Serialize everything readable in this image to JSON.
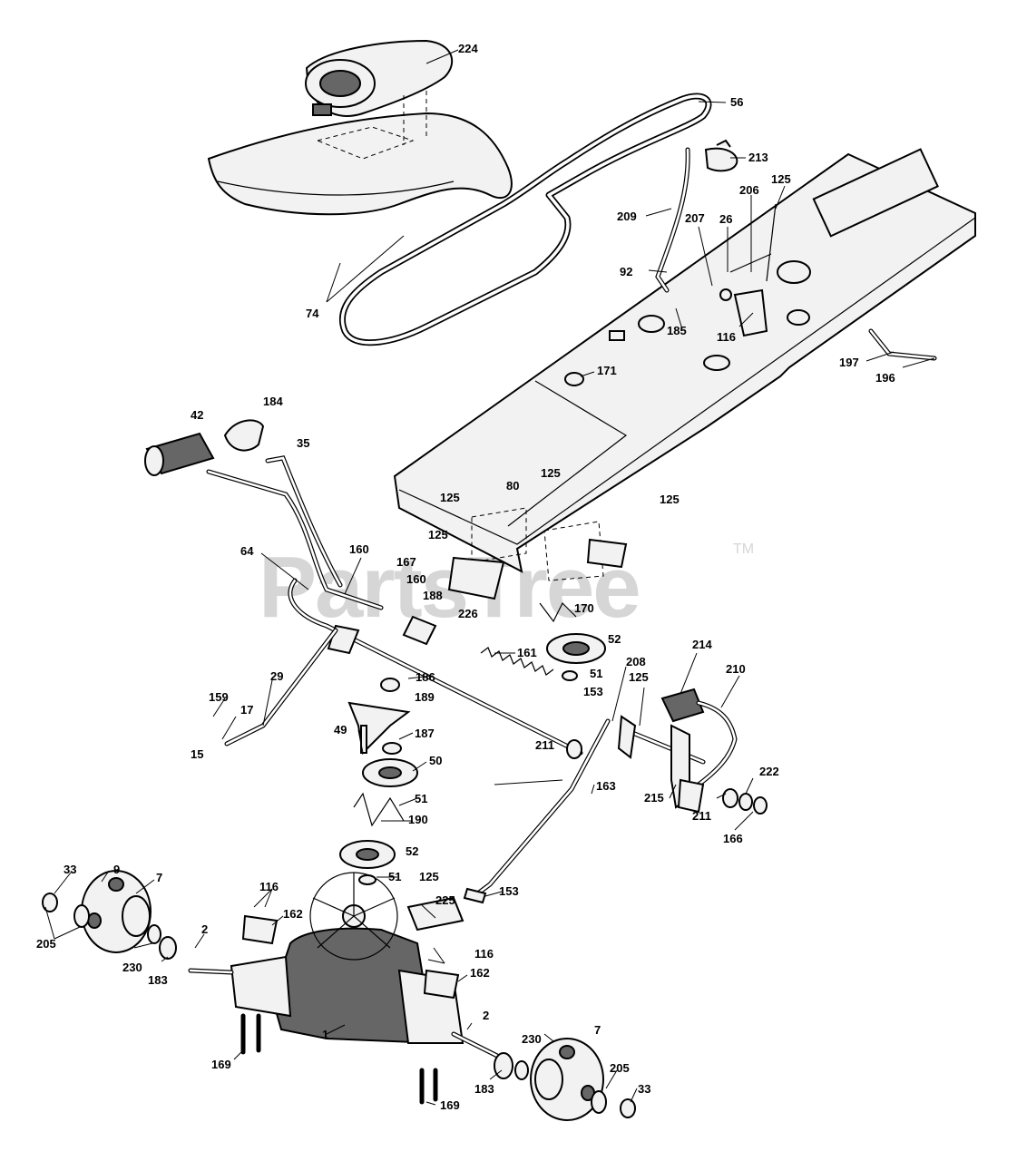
{
  "watermark": {
    "text": "PartsTree",
    "trademark": "TM"
  },
  "labels": [
    "224",
    "56",
    "213",
    "125",
    "206",
    "26",
    "207",
    "209",
    "92",
    "74",
    "116",
    "185",
    "197",
    "196",
    "171",
    "184",
    "42",
    "35",
    "125",
    "80",
    "125",
    "125",
    "125",
    "64",
    "160",
    "167",
    "160",
    "188",
    "226",
    "170",
    "52",
    "161",
    "186",
    "51",
    "208",
    "214",
    "210",
    "189",
    "153",
    "125",
    "159",
    "17",
    "29",
    "49",
    "187",
    "211",
    "15",
    "50",
    "222",
    "215",
    "211",
    "166",
    "163",
    "51",
    "190",
    "52",
    "9",
    "33",
    "7",
    "51",
    "116",
    "125",
    "153",
    "225",
    "162",
    "2",
    "205",
    "230",
    "183",
    "116",
    "162",
    "2",
    "230",
    "7",
    "169",
    "205",
    "183",
    "169",
    "33",
    "1"
  ]
}
